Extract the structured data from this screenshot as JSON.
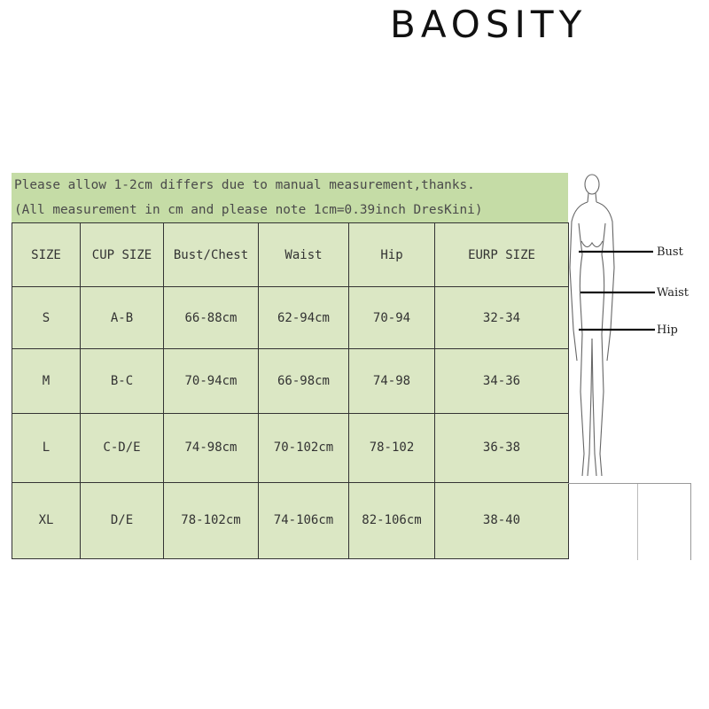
{
  "brand": "BAOSITY",
  "notes": {
    "line1": "Please allow 1-2cm differs due to manual measurement,thanks.",
    "line2": "(All measurement in cm and please note 1cm=0.39inch DresKini)"
  },
  "table": {
    "headers": [
      "SIZE",
      "CUP SIZE",
      "Bust/Chest",
      "Waist",
      "Hip",
      "EURP SIZE"
    ],
    "rows": [
      [
        "S",
        "A-B",
        "66-88cm",
        "62-94cm",
        "70-94",
        "32-34"
      ],
      [
        "M",
        "B-C",
        "70-94cm",
        "66-98cm",
        "74-98",
        "34-36"
      ],
      [
        "L",
        "C-D/E",
        "74-98cm",
        "70-102cm",
        "78-102",
        "36-38"
      ],
      [
        "XL",
        "D/E",
        "78-102cm",
        "74-106cm",
        "82-106cm",
        "38-40"
      ]
    ],
    "background_color": "#dbe7c4",
    "note_color": "#c5dca6"
  },
  "figure": {
    "labels": {
      "bust": "Bust",
      "waist": "Waist",
      "hip": "Hip"
    }
  }
}
